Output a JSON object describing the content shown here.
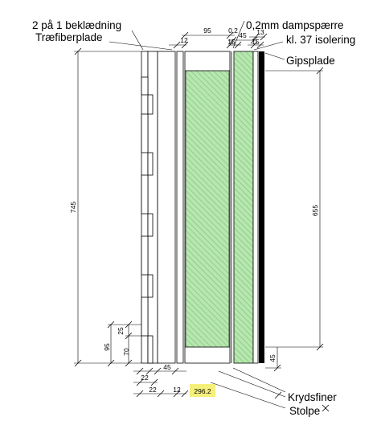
{
  "labels": {
    "cladding": "2 på 1 beklædning",
    "fiberboard": "Træfiberplade",
    "vapor_barrier": "0,2mm dampspærre",
    "insulation": "kl. 37 isolering",
    "plasterboard": "Gipsplade",
    "plywood": "Krydsfiner",
    "stud": "Stolpe"
  },
  "dimensions": {
    "total_height_left": "745",
    "stud_depth": "95",
    "vapor_thickness": "0,2",
    "service_depth": "45",
    "plaster_thickness": "13",
    "fiberboard_thickness": "12",
    "plywood_top": "15",
    "plywood_right": "15",
    "insulation_height": "655",
    "bottom_service": "45",
    "left_95": "95",
    "left_25": "25",
    "left_70": "70",
    "bottom_22a": "22",
    "bottom_45": "45",
    "bottom_22b": "22",
    "bottom_12": "12",
    "total_width": "296.2"
  },
  "colors": {
    "insulation_fill": "#b8e6b0",
    "insulation_hatch": "#6fbf6a",
    "highlight": "#f5f07a",
    "plaster": "#000000"
  }
}
